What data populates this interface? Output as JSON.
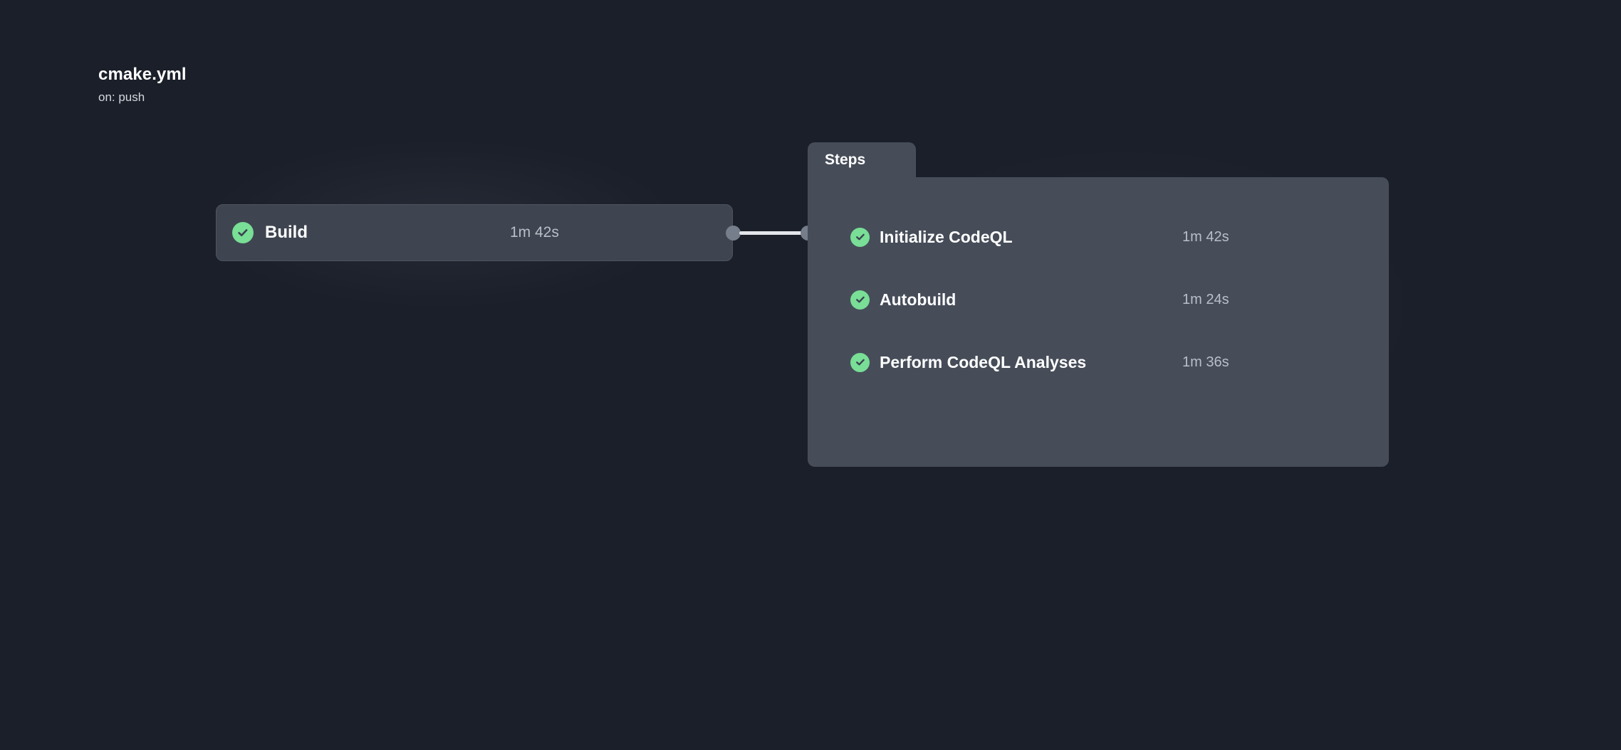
{
  "workflow": {
    "title": "cmake.yml",
    "trigger": "on: push"
  },
  "job": {
    "name": "Build",
    "duration": "1m 42s",
    "status_icon": "check-circle-icon"
  },
  "steps_panel": {
    "tab_label": "Steps",
    "steps": [
      {
        "name": "Initialize CodeQL",
        "duration": "1m 42s",
        "status_icon": "check-circle-icon"
      },
      {
        "name": "Autobuild",
        "duration": "1m 24s",
        "status_icon": "check-circle-icon"
      },
      {
        "name": "Perform CodeQL Analyses",
        "duration": "1m 36s",
        "status_icon": "check-circle-icon"
      }
    ]
  },
  "colors": {
    "background": "#1b1f29",
    "node_fill": "#3f4550",
    "panel_fill": "#464d59",
    "success_green": "#79de96",
    "edge_line": "#e2e5e9",
    "handle": "#767e8c",
    "muted_text": "#b9bfc9"
  }
}
